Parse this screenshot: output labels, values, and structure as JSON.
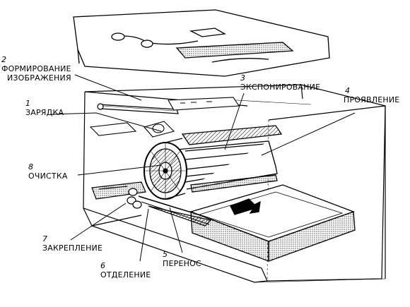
{
  "labels": {
    "l1": {
      "num": "1",
      "text": "ЗАРЯДКА"
    },
    "l2": {
      "num": "2",
      "text_a": "ФОРМИРОВАНИЕ",
      "text_b": "ИЗОБРАЖЕНИЯ"
    },
    "l3": {
      "num": "3",
      "text": "ЭКСПОНИРОВАНИЕ"
    },
    "l4": {
      "num": "4",
      "text": "ПРОЯВЛЕНИЕ"
    },
    "l5": {
      "num": "5",
      "text": "ПЕРЕНОС"
    },
    "l6": {
      "num": "6",
      "text": "ОТДЕЛЕНИЕ"
    },
    "l7": {
      "num": "7",
      "text": "ЗАКРЕПЛЕНИЕ"
    },
    "l8": {
      "num": "8",
      "text": "ОЧИСТКА"
    }
  },
  "colors": {
    "ink": "#000000",
    "paper": "#ffffff"
  }
}
